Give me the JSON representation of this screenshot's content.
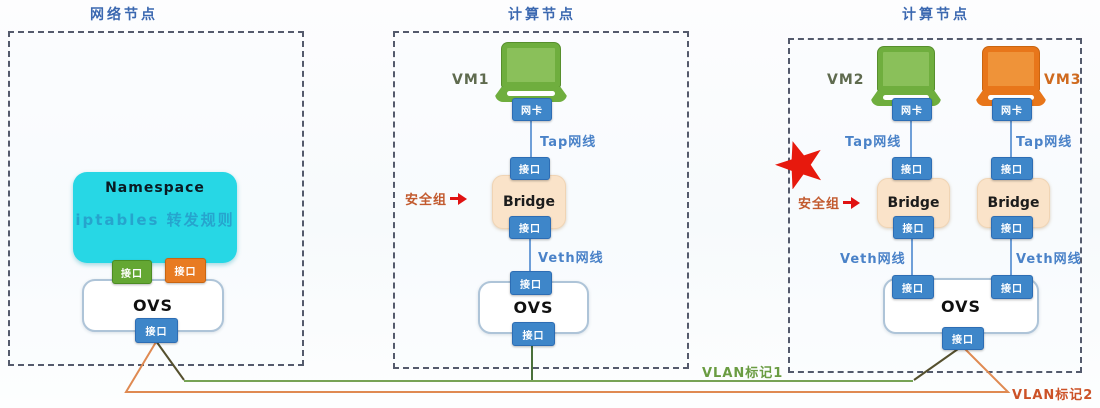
{
  "network": {
    "title": "网络节点",
    "namespace_title": "Namespace",
    "iptables_rule": "iptables 转发规则",
    "ovs": "OVS"
  },
  "compute1": {
    "title": "计算节点",
    "vm1": "VM1",
    "bridge": "Bridge",
    "ovs": "OVS"
  },
  "compute2": {
    "title": "计算节点",
    "vm2": "VM2",
    "vm3": "VM3",
    "bridge_left": "Bridge",
    "bridge_right": "Bridge",
    "ovs": "OVS"
  },
  "shared": {
    "port": "接口",
    "nic": "网卡",
    "tap_cable": "Tap网线",
    "veth_cable": "Veth网线",
    "security_group": "安全组"
  },
  "vlan": {
    "tag1": "VLAN标记1",
    "tag2": "VLAN标记2"
  },
  "colors": {
    "title_blue": "#3b68b0",
    "namespace_cyan": "#27d7e5",
    "iptables_text": "#2698c8",
    "port_blue": "#3e86c9",
    "port_green": "#64a733",
    "port_orange": "#e87b22",
    "bridge_peach": "#fae3c9",
    "laptop_green": "#6fae3e",
    "laptop_orange": "#e8761a",
    "cable_blue": "#6f9fd8",
    "vlan1_green": "#76a355",
    "vlan2_orange": "#df8a52",
    "security_text": "#c25a2e",
    "arrow_red": "#e01212",
    "star_red": "#e7190d"
  }
}
